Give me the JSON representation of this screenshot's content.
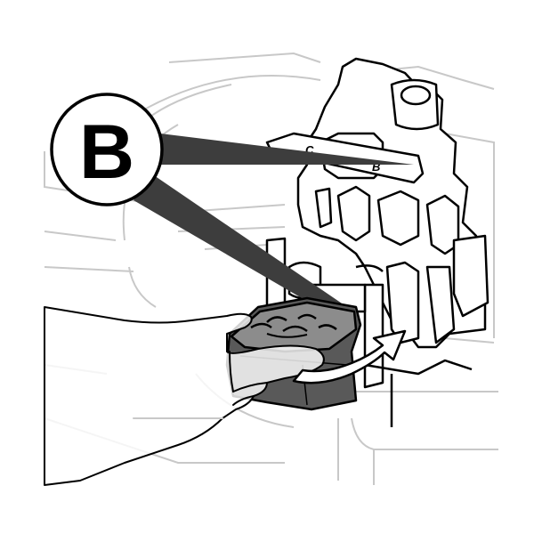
{
  "callout": {
    "letter": "B"
  },
  "holder_labels": {
    "left": "C",
    "right": "B"
  },
  "colors": {
    "outline": "#000000",
    "faint_outline": "#c8c8c8",
    "cartridge_gray": "#8c8c8c",
    "cartridge_dark": "#595959",
    "callout_pointer": "#3d3d3d",
    "hand_fill": "#ffffff"
  },
  "icons": {
    "callout": "circle-letter-callout",
    "arrow": "curved-insert-arrow",
    "cartridge": "ink-cartridge",
    "hand": "hand"
  }
}
